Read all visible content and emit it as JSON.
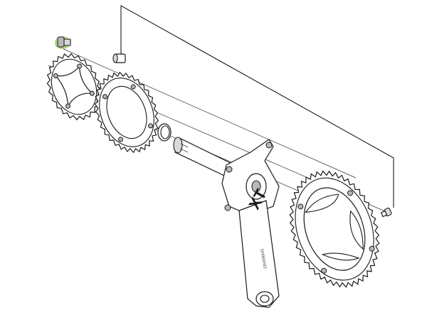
{
  "diagram": {
    "crank_logo": "XT",
    "crank_arm_text": "SHIMANO",
    "highlight_color": "#a8d27a",
    "parts": [
      "chainring-bolt",
      "inner-chainring",
      "middle-chainring",
      "spacer-ring",
      "spindle",
      "right-crank-arm",
      "outer-chainring",
      "small-bolt",
      "chainring-nut"
    ]
  }
}
